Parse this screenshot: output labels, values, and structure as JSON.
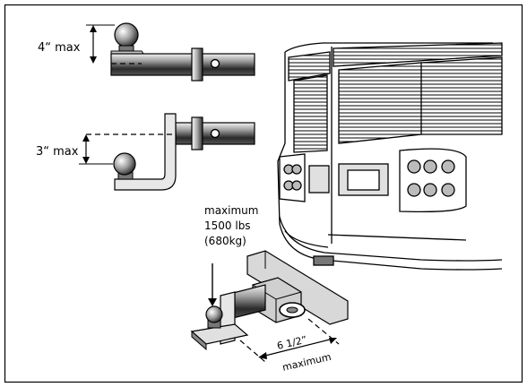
{
  "labels": {
    "rise_max": "4“ max",
    "drop_max": "3“ max",
    "capacity_line1": "maximum",
    "capacity_line2": "1500 lbs",
    "capacity_line3": "(680kg)",
    "extension_value": "6 1/2”",
    "extension_word": "maximum"
  },
  "icons": [
    "ball-mount-rise",
    "ball-mount-drop",
    "rv-rear-view",
    "hitch-receiver"
  ],
  "colors": {
    "ink": "#000000",
    "shade_dark": "#333333",
    "shade_mid": "#8a8a8a",
    "shade_light": "#d0d0d0",
    "paper": "#ffffff"
  }
}
